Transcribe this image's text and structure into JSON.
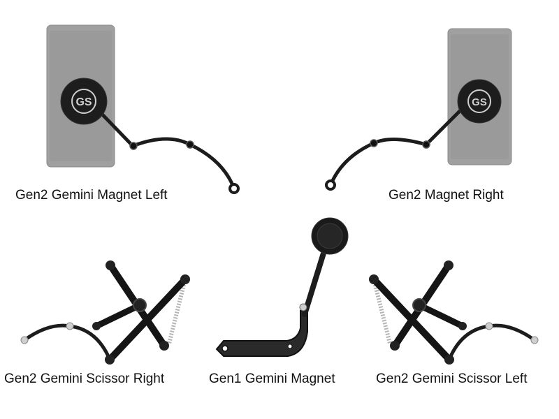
{
  "products": [
    {
      "label": "Gen2 Gemini Magnet Left",
      "logo": "GS"
    },
    {
      "label": "Gen2 Magnet Right",
      "logo": "GS"
    },
    {
      "label": "Gen2 Gemini Scissor Right"
    },
    {
      "label": "Gen1 Gemini Magnet"
    },
    {
      "label": "Gen2 Gemini Scissor Left"
    }
  ],
  "colors": {
    "phone": "#9b9b9b",
    "arm": "#1a1a1a",
    "metal": "#bdbdbd",
    "background": "#ffffff"
  }
}
